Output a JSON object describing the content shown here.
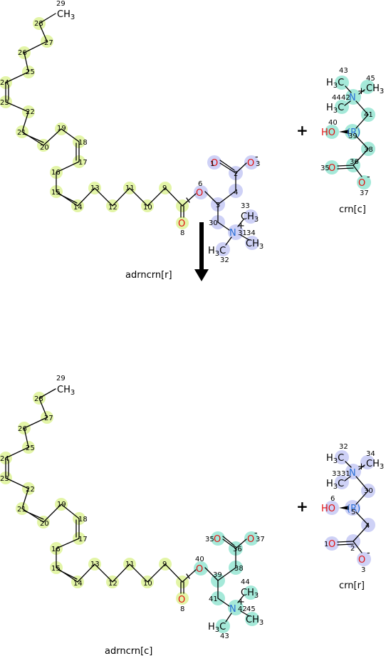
{
  "reaction": {
    "substrate_top": {
      "name": "adrncrn[r]",
      "compartment": "r"
    },
    "cosubstrate_top": {
      "name": "crn[c]",
      "compartment": "c"
    },
    "product_bottom": {
      "name": "adrncrn[c]",
      "compartment": "c"
    },
    "coproduct_bottom": {
      "name": "crn[r]",
      "compartment": "r"
    },
    "plus_symbol": "+",
    "arrow": "down"
  },
  "atom_labels": {
    "methyl": "CH3",
    "h3c": "H3C",
    "ho": "HO",
    "o": "O",
    "n": "N",
    "stereo_r": "(R)",
    "minus": "-",
    "plus": "+"
  },
  "chain_numbers": [
    "29",
    "28",
    "27",
    "26",
    "25",
    "24",
    "23",
    "22",
    "21",
    "20",
    "19",
    "18",
    "17",
    "16",
    "15",
    "14",
    "13",
    "12",
    "11",
    "10",
    "9",
    "8"
  ],
  "top_head_numbers": {
    "o1": "1",
    "c2": "2",
    "o3": "3",
    "c4": "4",
    "c5": "5",
    "o6": "6",
    "c30": "30",
    "n31": "31",
    "c33": "33",
    "c34": "34",
    "c32": "32"
  },
  "top_crn_numbers": {
    "c43": "43",
    "c45": "45",
    "c44": "44",
    "n42": "42",
    "c41": "41",
    "o40": "40",
    "c39": "39",
    "c38": "38",
    "o35": "35",
    "c36": "36",
    "o37": "37"
  },
  "bottom_head_numbers": {
    "o35": "35",
    "c36": "36",
    "o37": "37",
    "c38": "38",
    "c39": "39",
    "o40": "40",
    "c41": "41",
    "c44": "44",
    "n42": "42",
    "c45": "45",
    "c43": "43"
  },
  "bottom_crn_numbers": {
    "c32": "32",
    "c34": "34",
    "c33": "33",
    "n31": "31",
    "c30": "30",
    "o6": "6",
    "c5": "5",
    "c4": "4",
    "o1": "1",
    "c2": "2",
    "o3": "3"
  },
  "colors": {
    "oxygen": "#e01010",
    "nitrogen": "#2a6fd6",
    "highlight_chain": "#d9f28a",
    "highlight_blue": "#c6c9f5",
    "highlight_teal": "#8fe3cf"
  }
}
